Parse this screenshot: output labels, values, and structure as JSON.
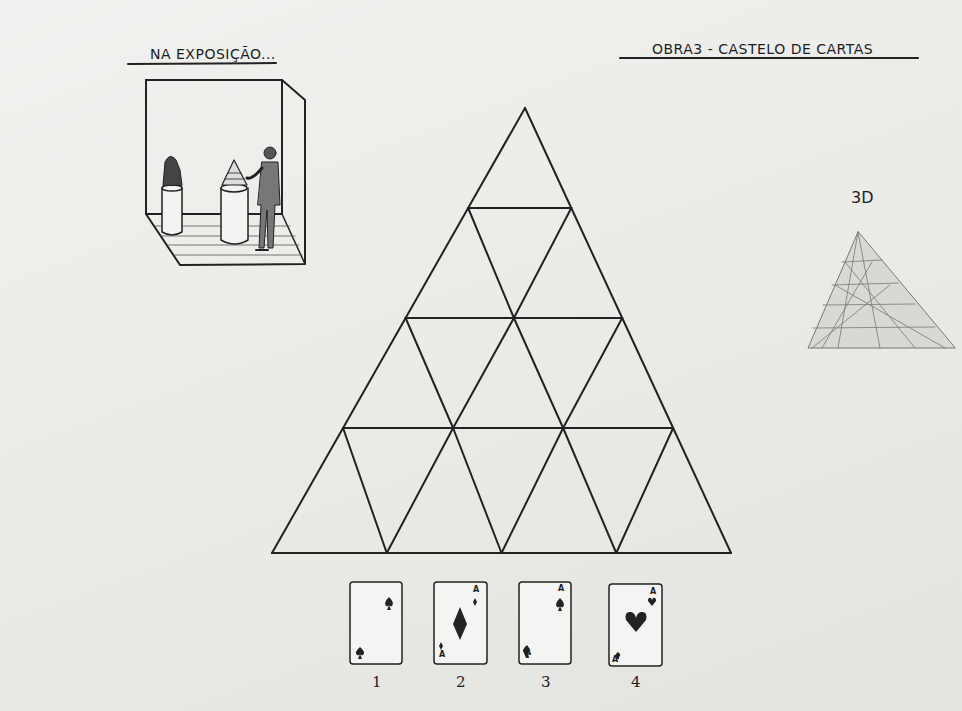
{
  "diagram": {
    "title": "OBRA3 - CASTELO DE CARTAS",
    "labels": [
      "NA EXPOSIÇÃO...",
      "3D",
      "A",
      "A",
      "A",
      "A",
      "A",
      "A",
      "1",
      "2",
      "3",
      "4"
    ]
  }
}
